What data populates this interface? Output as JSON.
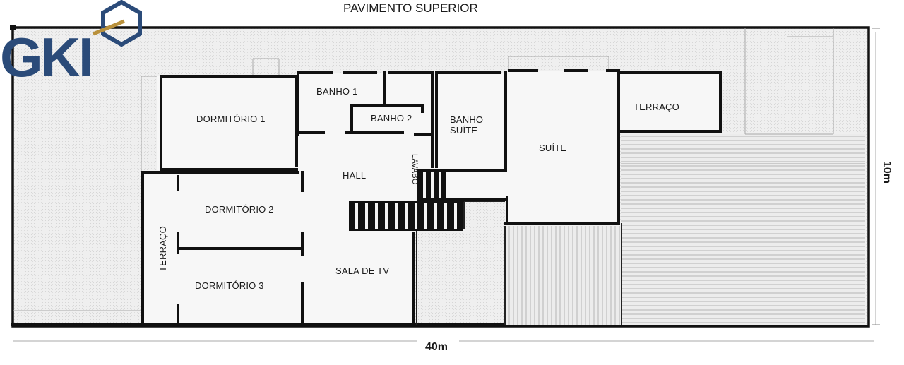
{
  "title": "PAVIMENTO SUPERIOR",
  "logo": {
    "text": "GKI",
    "color": "#2b4b79",
    "accent": "#b9913c"
  },
  "dimensions": {
    "width": "40m",
    "height": "10m"
  },
  "rooms": {
    "dormitorio_1": "DORMITÓRIO 1",
    "dormitorio_2": "DORMITÓRIO 2",
    "dormitorio_3": "DORMITÓRIO 3",
    "banho_1": "BANHO 1",
    "banho_2": "BANHO 2",
    "banho_suite_line1": "BANHO",
    "banho_suite_line2": "SUÍTE",
    "lavabo": "LAVABO",
    "hall": "HALL",
    "sala_tv": "SALA DE TV",
    "suite": "SUÍTE",
    "terraco_right": "TERRAÇO",
    "terraco_left": "TERRAÇO"
  },
  "colors": {
    "wall": "#111111",
    "paper": "#ebebeb",
    "line": "#9a9a9a"
  }
}
